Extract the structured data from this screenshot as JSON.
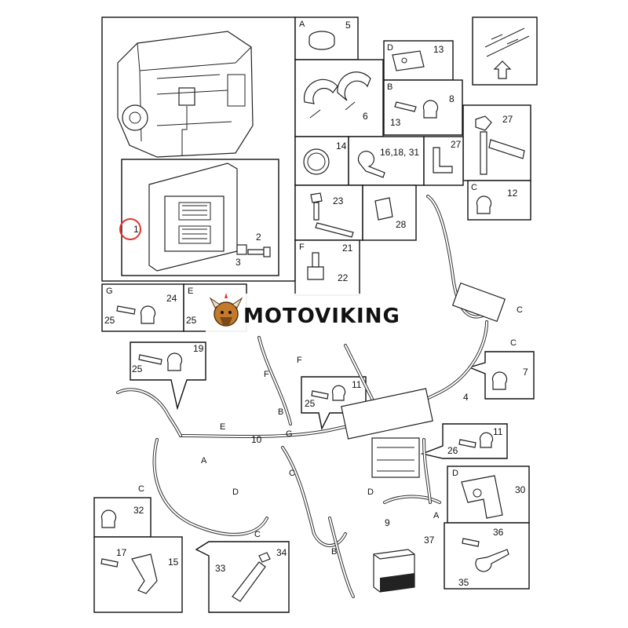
{
  "brand": {
    "name": "MOTOVIKING"
  },
  "callouts": {
    "c1": "1",
    "c2": "2",
    "c3": "3",
    "c4": "4",
    "c5": "5",
    "c6": "6",
    "c7": "7",
    "c8": "8",
    "c9": "9",
    "c10": "10",
    "c11a": "11",
    "c11b": "11",
    "c12": "12",
    "c13a": "13",
    "c13b": "13",
    "c14": "14",
    "c15": "15",
    "c16": "16,18, 31",
    "c17": "17",
    "c19": "19",
    "c21": "21",
    "c22": "22",
    "c23": "23",
    "c24": "24",
    "c25a": "25",
    "c25b": "25",
    "c25c": "25",
    "c25d": "25",
    "c26": "26",
    "c27a": "27",
    "c27b": "27",
    "c28": "28",
    "c30": "30",
    "c32": "32",
    "c33": "33",
    "c34": "34",
    "c35": "35",
    "c36": "36",
    "c37": "37"
  },
  "letters": {
    "boxA": "A",
    "boxB": "B",
    "boxC": "C",
    "boxD": "D",
    "boxE": "E",
    "boxF": "F",
    "boxG": "G",
    "h_C1": "C",
    "h_C2": "C",
    "h_C3": "C",
    "h_C4": "C",
    "h_C5": "C",
    "h_F1": "F",
    "h_F2": "F",
    "h_B1": "B",
    "h_B2": "B",
    "h_E": "E",
    "h_G": "G",
    "h_A1": "A",
    "h_A2": "A",
    "h_D1": "D",
    "h_D2": "D"
  },
  "colors": {
    "highlight_circle": "#e0342b",
    "line": "#111111",
    "harness": "#333333"
  }
}
